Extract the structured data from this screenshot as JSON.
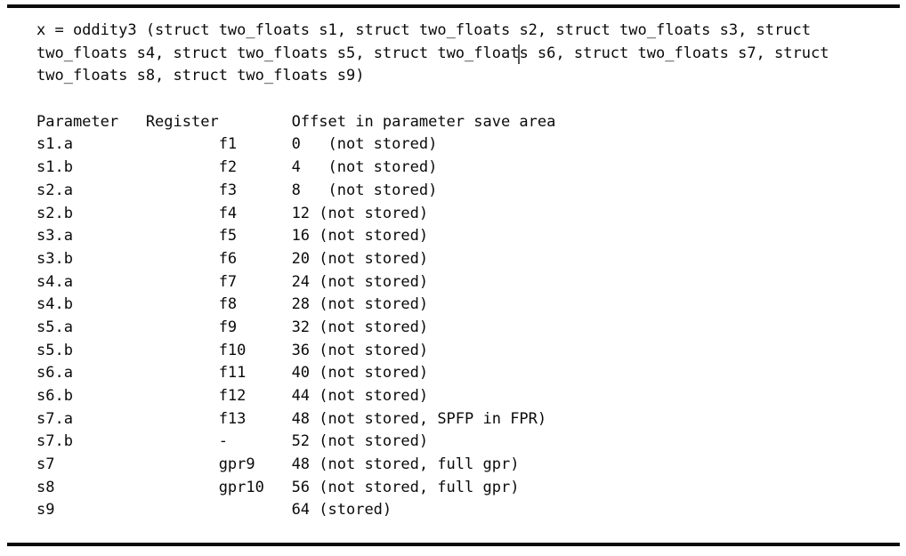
{
  "page": {
    "background": "#ffffff",
    "rule_color": "#0a0a0a",
    "text_color": "#0a0a0a",
    "caret_color": "#555555"
  },
  "code": {
    "line1": "x = oddity3 (struct two_floats s1, struct two_floats s2, struct two_floats s3, struct",
    "line2_before_caret": "two_floats s4, struct two_floats s5, struct two_float",
    "line2_after_caret": "s s6, struct two_floats s7, struct",
    "line3": "two_floats s8, struct two_floats s9)"
  },
  "table": {
    "headers": {
      "parameter": "Parameter",
      "register": "Register",
      "offset": "Offset in parameter save area"
    },
    "rows": [
      {
        "parameter": "s1.a",
        "register": "f1",
        "offset": "0",
        "note": "(not stored)"
      },
      {
        "parameter": "s1.b",
        "register": "f2",
        "offset": "4",
        "note": "(not stored)"
      },
      {
        "parameter": "s2.a",
        "register": "f3",
        "offset": "8",
        "note": "(not stored)"
      },
      {
        "parameter": "s2.b",
        "register": "f4",
        "offset": "12",
        "note": "(not stored)"
      },
      {
        "parameter": "s3.a",
        "register": "f5",
        "offset": "16",
        "note": "(not stored)"
      },
      {
        "parameter": "s3.b",
        "register": "f6",
        "offset": "20",
        "note": "(not stored)"
      },
      {
        "parameter": "s4.a",
        "register": "f7",
        "offset": "24",
        "note": "(not stored)"
      },
      {
        "parameter": "s4.b",
        "register": "f8",
        "offset": "28",
        "note": "(not stored)"
      },
      {
        "parameter": "s5.a",
        "register": "f9",
        "offset": "32",
        "note": "(not stored)"
      },
      {
        "parameter": "s5.b",
        "register": "f10",
        "offset": "36",
        "note": "(not stored)"
      },
      {
        "parameter": "s6.a",
        "register": "f11",
        "offset": "40",
        "note": "(not stored)"
      },
      {
        "parameter": "s6.b",
        "register": "f12",
        "offset": "44",
        "note": "(not stored)"
      },
      {
        "parameter": "s7.a",
        "register": "f13",
        "offset": "48",
        "note": "(not stored, SPFP in FPR)"
      },
      {
        "parameter": "s7.b",
        "register": "-",
        "offset": "52",
        "note": "(not stored)"
      },
      {
        "parameter": "s7",
        "register": "gpr9",
        "offset": "48",
        "note": "(not stored, full gpr)"
      },
      {
        "parameter": "s8",
        "register": "gpr10",
        "offset": "56",
        "note": "(not stored, full gpr)"
      },
      {
        "parameter": "s9",
        "register": "",
        "offset": "64",
        "note": "(stored)"
      }
    ]
  }
}
